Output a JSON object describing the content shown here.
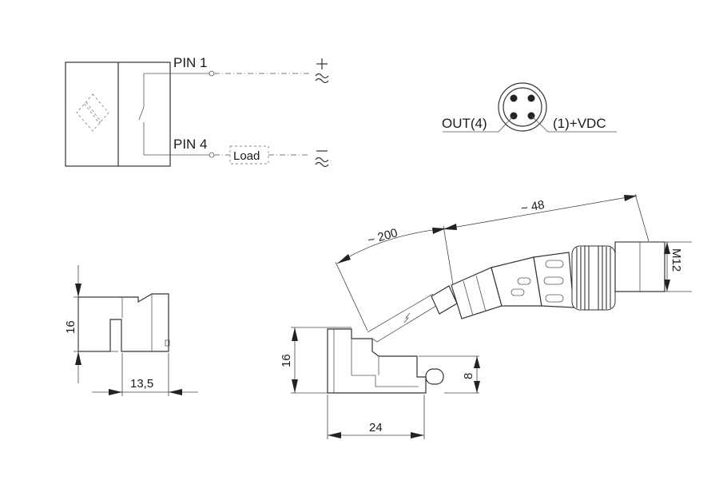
{
  "wiring": {
    "pin1_label": "PIN 1",
    "pin4_label": "PIN 4",
    "load_label": "Load",
    "plus_ac_symbol": "+~",
    "minus_ac_symbol": "−~"
  },
  "connector_face": {
    "out_label": "OUT(4)",
    "vdc_label": "(1)+VDC"
  },
  "dimensions": {
    "cable_length": "~ 200",
    "connector_length": "~ 48",
    "thread": "M12",
    "side_height": "16",
    "side_width": "13,5",
    "front_height": "16",
    "front_width": "24",
    "lens_height": "8"
  }
}
